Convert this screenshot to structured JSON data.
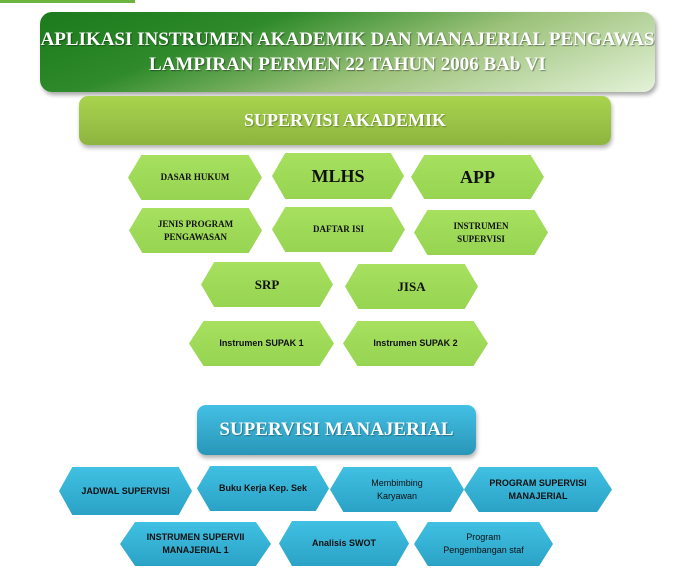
{
  "header": {
    "line1": "APLIKASI  INSTRUMEN  AKADEMIK  DAN  MANAJERIAL  PENGAWAS",
    "line2": "LAMPIRAN PERMEN  22  TAHUN 2006 BAb VI"
  },
  "akademik": {
    "title": "SUPERVISI  AKADEMIK",
    "items": [
      "DASAR  HUKUM",
      "MLHS",
      "APP",
      "JENIS PROGRAM PENGAWASAN",
      "DAFTAR ISI",
      "INSTRUMEN SUPERVISI",
      "SRP",
      "JISA",
      "Instrumen  SUPAK  1",
      "Instrumen  SUPAK  2"
    ]
  },
  "manajerial": {
    "title": "SUPERVISI  MANAJERIAL",
    "items": [
      "JADWAL SUPERVISI",
      "Buku Kerja Kep. Sek",
      "Membimbing Karyawan",
      "PROGRAM SUPERVISI MANAJERIAL",
      "INSTRUMEN  SUPERVII MANAJERIAL 1",
      "Analisis  SWOT",
      "Program Pengembangan staf"
    ]
  },
  "colors": {
    "green": "#9ad856",
    "blue": "#36b2d6",
    "title_green": "#1c7a1c"
  }
}
